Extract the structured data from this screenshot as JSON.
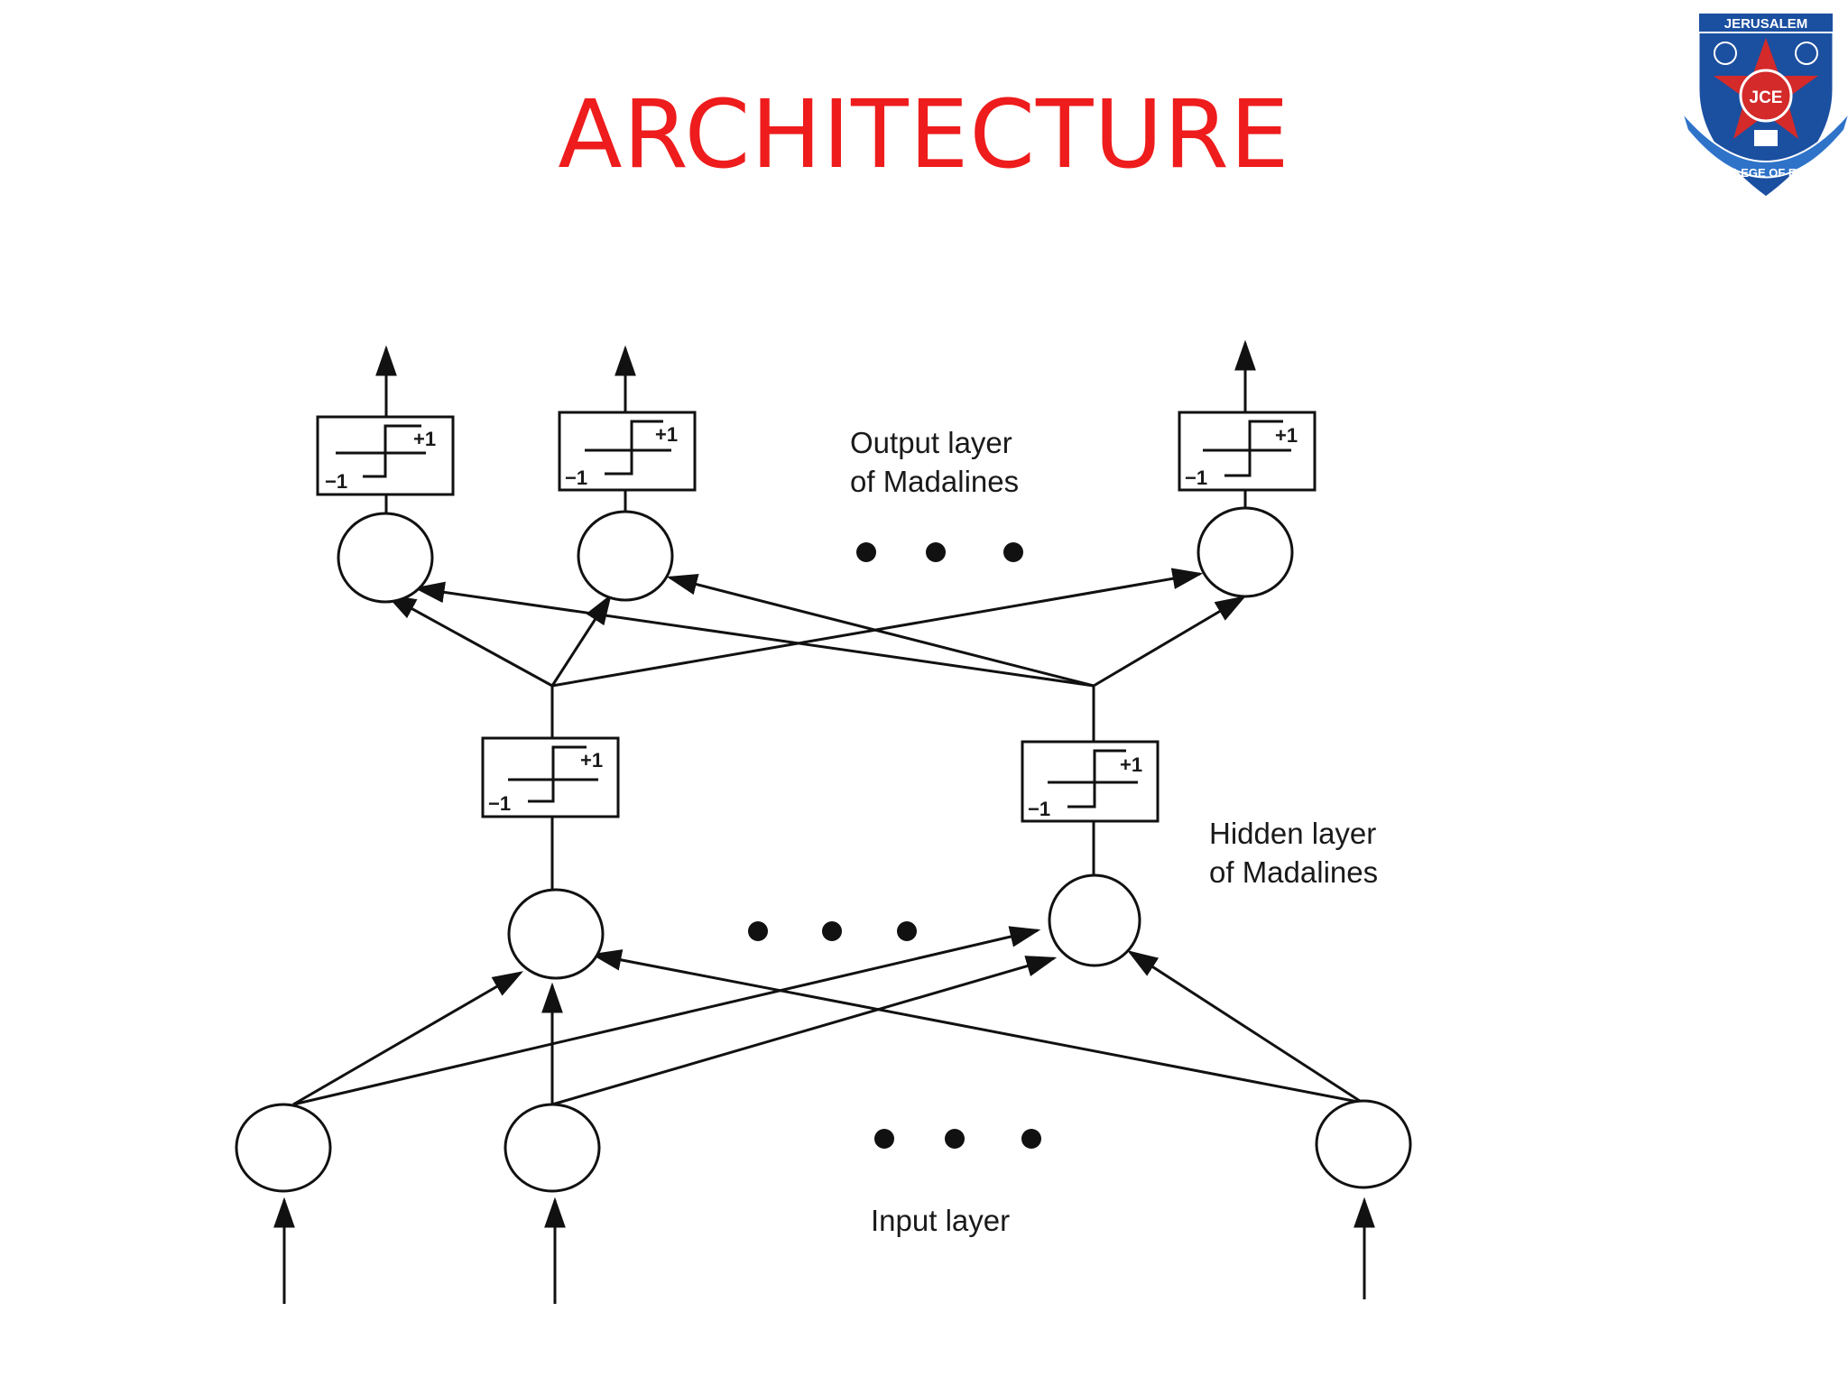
{
  "slide": {
    "title": "ARCHITECTURE"
  },
  "logo": {
    "top_text": "JERUSALEM",
    "center_text": "JCE",
    "banner_text": "COLLEGE OF ENGG"
  },
  "diagram": {
    "output_label_line1": "Output layer",
    "output_label_line2": "of Madalines",
    "hidden_label_line1": "Hidden layer",
    "hidden_label_line2": "of Madalines",
    "input_label": "Input layer",
    "step_plus": "+1",
    "step_minus": "−1"
  },
  "colors": {
    "title": "#ee1c1c",
    "logo_blue": "#1b4fa0",
    "logo_red": "#d42a2a"
  }
}
